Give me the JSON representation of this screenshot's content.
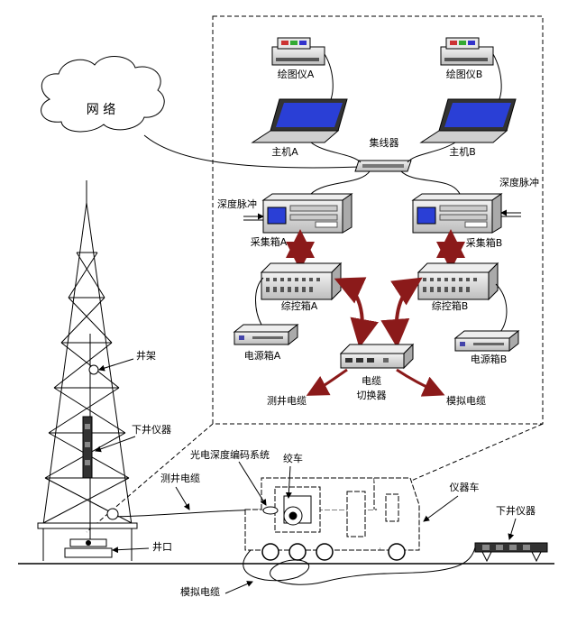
{
  "labels": {
    "plotter_a": "绘图仪A",
    "plotter_b": "绘图仪B",
    "network": "网 络",
    "host_a": "主机A",
    "host_b": "主机B",
    "hub": "集线器",
    "depth_pulse_left": "深度脉冲",
    "depth_pulse_right": "深度脉冲",
    "acq_box_a": "采集箱A",
    "acq_box_b": "采集箱B",
    "ctrl_box_a": "综控箱A",
    "ctrl_box_b": "综控箱B",
    "power_box_a": "电源箱A",
    "power_box_b": "电源箱B",
    "cable_switch_line1": "电缆",
    "cable_switch_line2": "切换器",
    "logging_cable_inner": "测井电缆",
    "analog_cable_inner": "模拟电缆",
    "derrick": "井架",
    "downhole_tool_left": "下井仪器",
    "encoder_system": "光电深度编码系统",
    "winch": "绞车",
    "logging_cable_outer": "测井电缆",
    "instrument_truck": "仪器车",
    "downhole_tool_right": "下井仪器",
    "wellhead": "井口",
    "analog_cable_outer": "模拟电缆"
  },
  "colors": {
    "arrow_red": "#8b1a1a",
    "screen_blue": "#2a3fd6",
    "device_gray": "#d9d9d9",
    "line": "#000000"
  }
}
